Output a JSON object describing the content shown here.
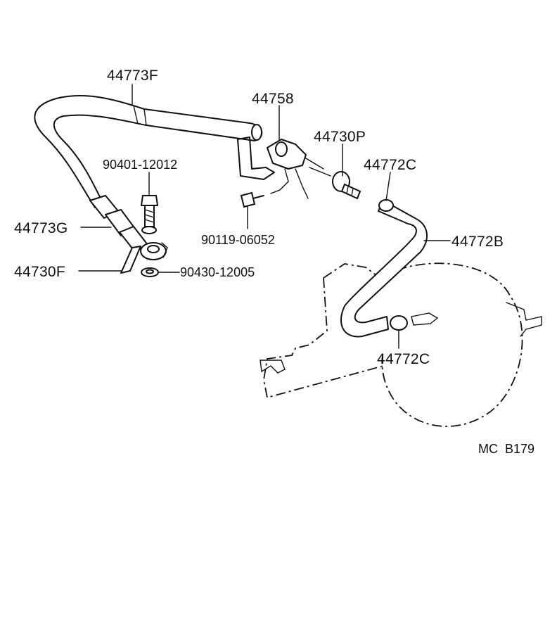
{
  "parts": [
    {
      "id": "p-44773F",
      "label": "44773F"
    },
    {
      "id": "p-44758",
      "label": "44758"
    },
    {
      "id": "p-44730P",
      "label": "44730P"
    },
    {
      "id": "p-44772C-top",
      "label": "44772C"
    },
    {
      "id": "p-90401-12012",
      "label": "90401-12012"
    },
    {
      "id": "p-44773G",
      "label": "44773G"
    },
    {
      "id": "p-90119-06052",
      "label": "90119-06052"
    },
    {
      "id": "p-44772B",
      "label": "44772B"
    },
    {
      "id": "p-44730F",
      "label": "44730F"
    },
    {
      "id": "p-90430-12005",
      "label": "90430-12005"
    },
    {
      "id": "p-44772C-bottom",
      "label": "44772C"
    }
  ],
  "diagram_code": "MC  B179"
}
